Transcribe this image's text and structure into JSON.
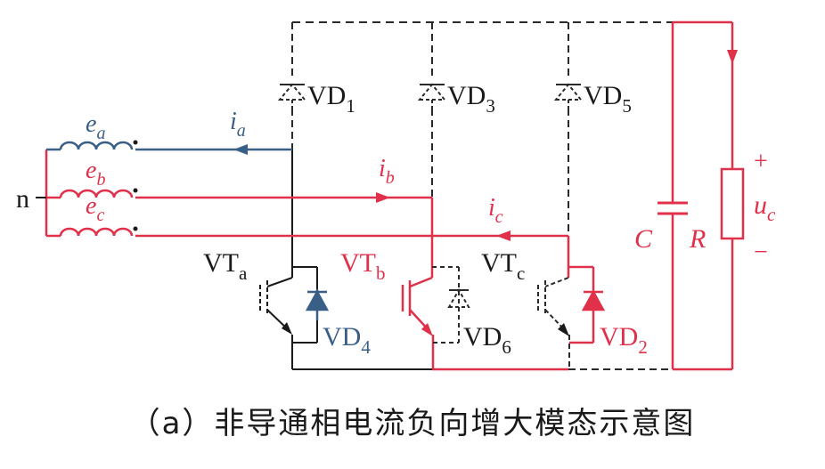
{
  "colors": {
    "active": "#e0304a",
    "blue": "#3a5f86",
    "black": "#1a1a1a",
    "dashed": "#2a2a2a"
  },
  "labels": {
    "n": "n",
    "ea_e": "e",
    "ea_s": "a",
    "eb_e": "e",
    "eb_s": "b",
    "ec_e": "e",
    "ec_s": "c",
    "ia_i": "i",
    "ia_s": "a",
    "ib_i": "i",
    "ib_s": "b",
    "ic_i": "i",
    "ic_s": "c",
    "vd1_m": "VD",
    "vd1_s": "1",
    "vd3_m": "VD",
    "vd3_s": "3",
    "vd5_m": "VD",
    "vd5_s": "5",
    "vd4_m": "VD",
    "vd4_s": "4",
    "vd6_m": "VD",
    "vd6_s": "6",
    "vd2_m": "VD",
    "vd2_s": "2",
    "vta_m": "VT",
    "vta_s": "a",
    "vtb_m": "VT",
    "vtb_s": "b",
    "vtc_m": "VT",
    "vtc_s": "c",
    "cap": "C",
    "res": "R",
    "uc_u": "u",
    "uc_s": "c",
    "plus": "+",
    "minus": "−"
  },
  "caption": "（a）非导通相电流负向增大模态示意图"
}
